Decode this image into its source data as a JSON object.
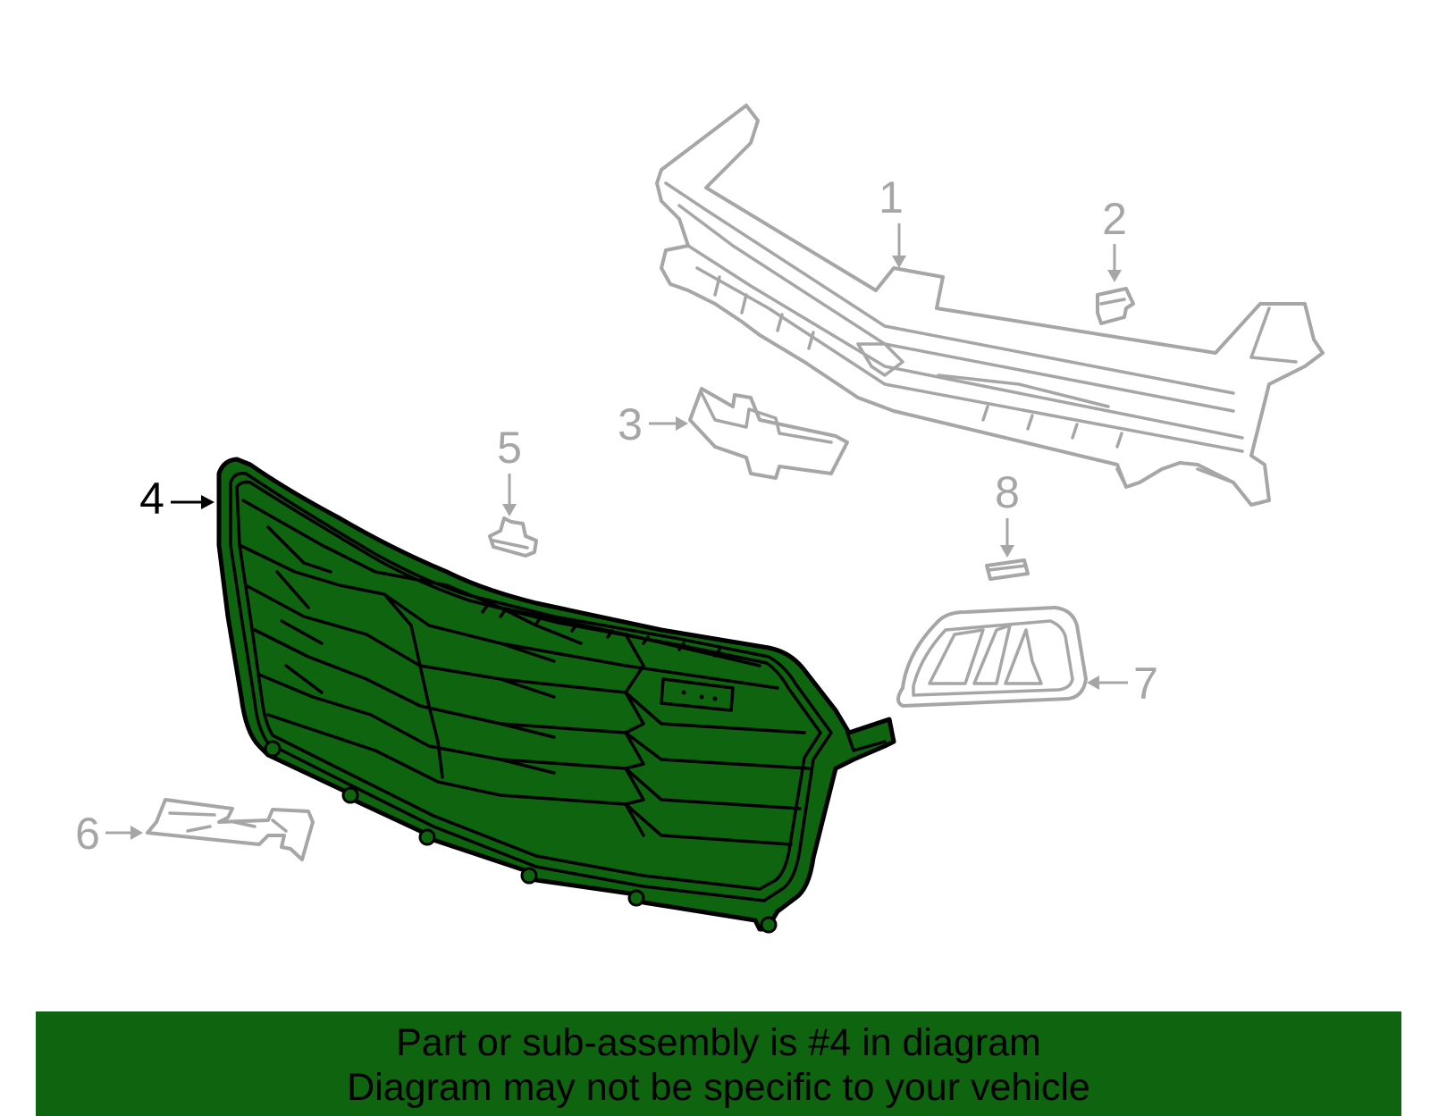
{
  "callouts": [
    {
      "id": "1",
      "label": "1"
    },
    {
      "id": "2",
      "label": "2"
    },
    {
      "id": "3",
      "label": "3"
    },
    {
      "id": "4",
      "label": "4"
    },
    {
      "id": "5",
      "label": "5"
    },
    {
      "id": "6",
      "label": "6"
    },
    {
      "id": "7",
      "label": "7"
    },
    {
      "id": "8",
      "label": "8"
    }
  ],
  "caption": {
    "line1": "Part or sub-assembly is #4 in diagram",
    "line2": "Diagram may not be specific to your vehicle"
  },
  "colors": {
    "highlight": "#0f640f",
    "part_outline": "#a6a6a6",
    "highlight_outline": "#000000"
  },
  "highlighted_part": "4"
}
